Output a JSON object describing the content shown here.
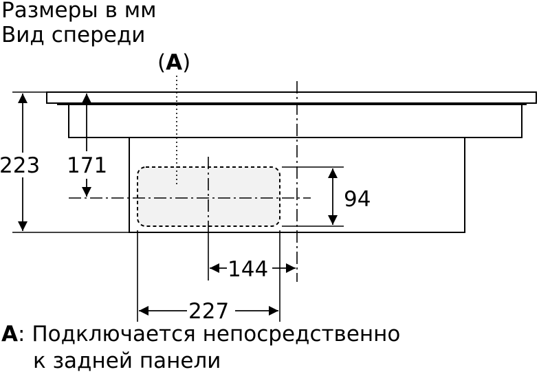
{
  "header": {
    "line1": "Размеры в мм",
    "line2": "Вид спереди"
  },
  "callout": {
    "open": "(",
    "letter": "A",
    "close": ")"
  },
  "dimensions": {
    "total_height": "223",
    "upper_height": "171",
    "box_height": "94",
    "offset_144": "144",
    "width_227": "227"
  },
  "note": {
    "key": "A",
    "sep": ":",
    "line1": "Подключается непосредственно",
    "line2": "к задней панели"
  },
  "colors": {
    "stroke": "#000000",
    "connection_box_fill": "#f2f2f2"
  }
}
